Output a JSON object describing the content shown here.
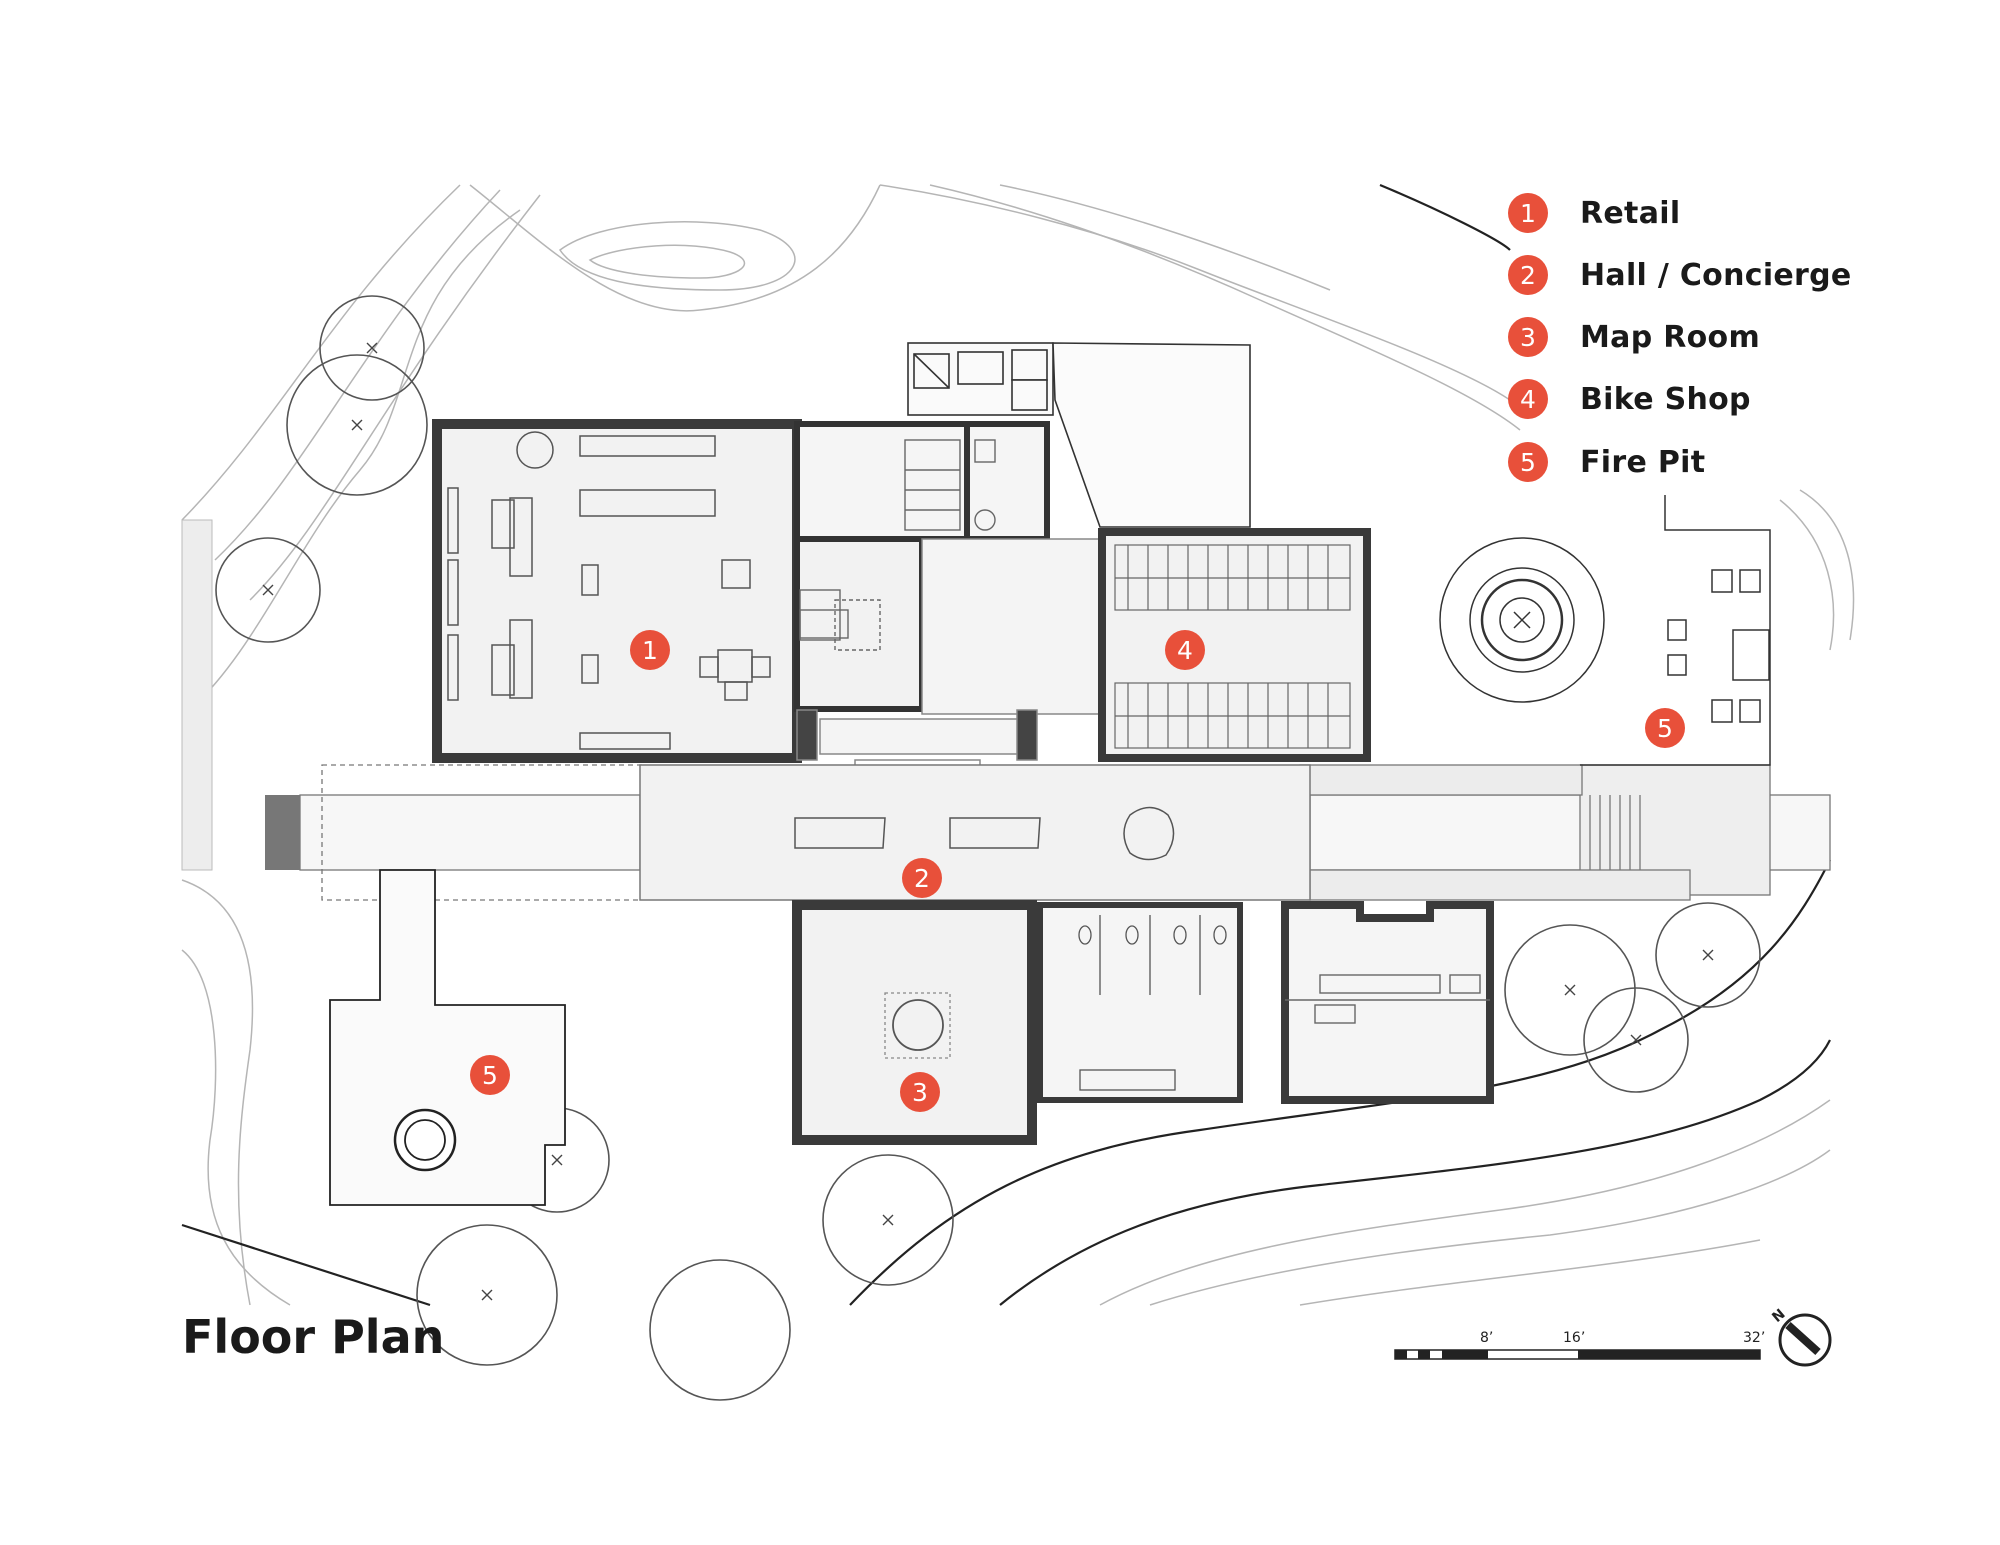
{
  "title": "Floor Plan",
  "legend": [
    {
      "num": "1",
      "label": "Retail"
    },
    {
      "num": "2",
      "label": "Hall / Concierge"
    },
    {
      "num": "3",
      "label": "Map Room"
    },
    {
      "num": "4",
      "label": "Bike Shop"
    },
    {
      "num": "5",
      "label": "Fire Pit"
    }
  ],
  "markers": [
    "1",
    "2",
    "3",
    "4",
    "5",
    "5"
  ],
  "scale_bar": {
    "labels": [
      "8’",
      "16’",
      "32’"
    ]
  },
  "north_label": "N",
  "colors": {
    "accent": "#e8503a",
    "wall": "#3a3a3a",
    "floor": "#f2f2f2",
    "line": "#9a9a9a"
  }
}
